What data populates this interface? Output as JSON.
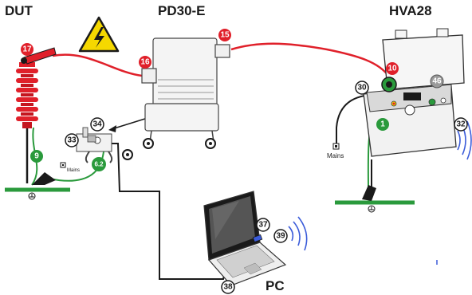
{
  "titles": {
    "dut": "DUT",
    "pd30": "PD30-E",
    "hva28": "HVA28",
    "pc": "PC"
  },
  "labels": {
    "mains_left": "Mains",
    "mains_right": "Mains"
  },
  "badges": {
    "b17": "17",
    "b16": "16",
    "b15": "15",
    "b10": "10",
    "b9": "9",
    "b6_2": "6.2",
    "b1": "1",
    "b46": "46",
    "b30": "30",
    "b32": "32",
    "b33": "33",
    "b34": "34",
    "b37": "37",
    "b39": "39",
    "b38": "38"
  },
  "colors": {
    "hv_cable": "#e0202a",
    "ground_cable": "#2a9a3c",
    "badge_red": "#e0202a",
    "badge_green": "#2a9a3c",
    "warning_yellow": "#f5d800",
    "signal_blue": "#3a5bd9"
  },
  "icons": {
    "warning": "high-voltage-warning-icon",
    "ground": "ground-symbol-icon",
    "wireless": "wireless-signal-icon"
  }
}
